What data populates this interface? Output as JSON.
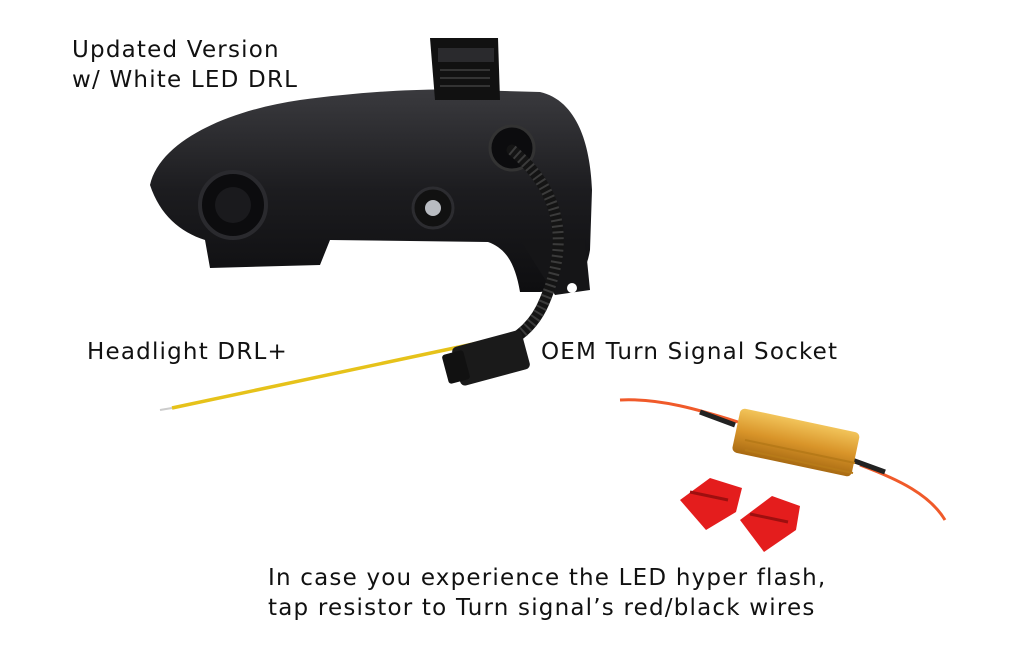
{
  "annotations": {
    "title_line1": "Updated Version",
    "title_line2": "w/ White LED DRL",
    "headlight_drl": "Headlight DRL+",
    "oem_socket": "OEM Turn Signal Socket",
    "note_line1": "In case you experience the LED hyper flash,",
    "note_line2": "tap resistor to Turn signal’s red/black wires"
  },
  "colors": {
    "housing": "#1b1b1d",
    "drl_wire": "#e6c21a",
    "resistor": "#d9a02b",
    "tap_connector": "#e41d1d",
    "resistor_wire": "#f05a2a"
  }
}
